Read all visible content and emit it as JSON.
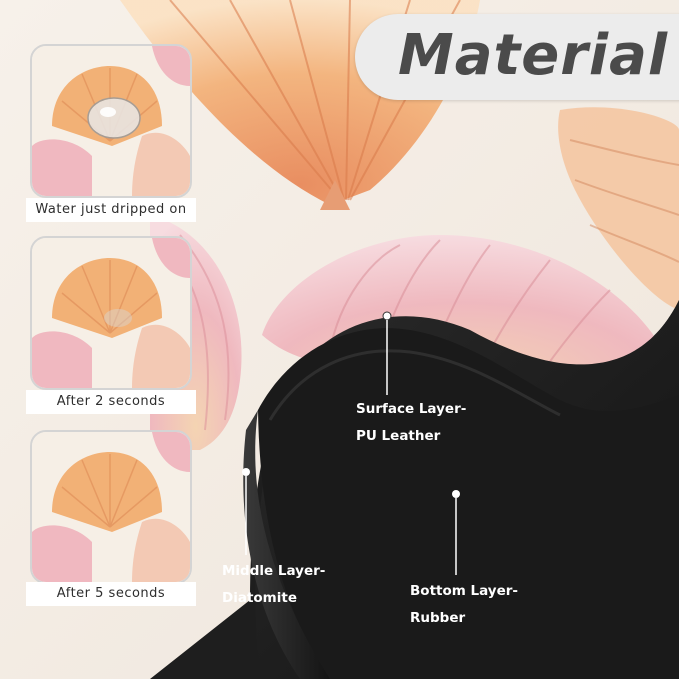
{
  "header": {
    "title": "Material"
  },
  "water_test": {
    "steps": [
      {
        "caption": "Water just dripped on",
        "droplet_level": 1.0
      },
      {
        "caption": "After 2 seconds",
        "droplet_level": 0.35
      },
      {
        "caption": "After 5 seconds",
        "droplet_level": 0.0
      }
    ]
  },
  "layers": {
    "surface": {
      "line1": "Surface Layer-",
      "line2": "PU Leather"
    },
    "middle": {
      "line1": "Middle Layer-",
      "line2": "Diatomite"
    },
    "bottom": {
      "line1": "Bottom Layer-",
      "line2": "Rubber"
    }
  },
  "colors": {
    "shell_orange": "#f0a860",
    "shell_pink": "#eeaab4",
    "mat_cream": "#f6efe6",
    "rubber_black": "#1c1c1c",
    "title_text": "#4b4b4b"
  }
}
